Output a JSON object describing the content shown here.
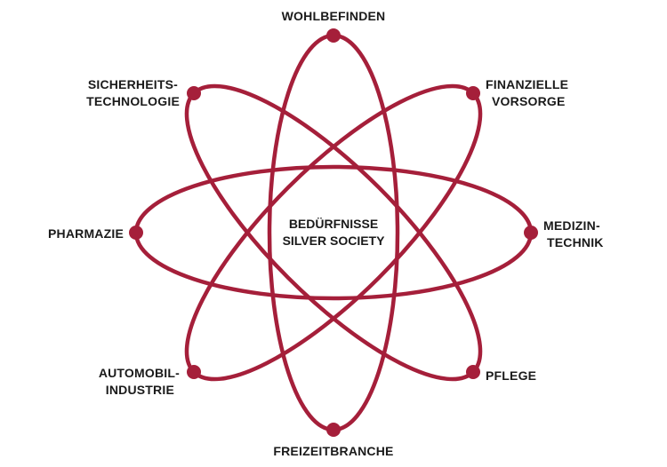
{
  "colors": {
    "accent": "#a51f3a",
    "text": "#1a1a1a",
    "background": "#ffffff"
  },
  "center": {
    "line1": "BEDÜRFNISSE",
    "line2": "SILVER SOCIETY"
  },
  "nodes": {
    "top": {
      "line1": "WOHLBEFINDEN"
    },
    "top_right": {
      "line1": "FINANZIELLE",
      "line2": "VORSORGE"
    },
    "right": {
      "line1": "MEDIZIN-",
      "line2": "TECHNIK"
    },
    "bottom_right": {
      "line1": "PFLEGE"
    },
    "bottom": {
      "line1": "FREIZEITBRANCHE"
    },
    "bottom_left": {
      "line1": "AUTOMOBIL-",
      "line2": "INDUSTRIE"
    },
    "left": {
      "line1": "PHARMAZIE"
    },
    "top_left": {
      "line1": "SICHERHEITS-",
      "line2": "TECHNOLOGIE"
    }
  }
}
